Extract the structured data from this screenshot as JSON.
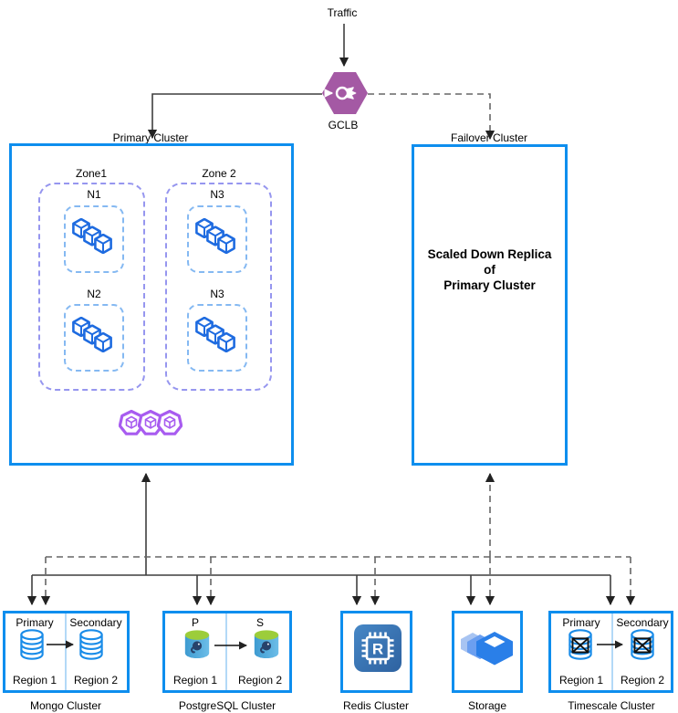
{
  "diagram": {
    "traffic": "Traffic",
    "gclb": "GCLB",
    "primary": {
      "label": "Primary Cluster",
      "zone1": {
        "label": "Zone1",
        "node1": "N1",
        "node2": "N2"
      },
      "zone2": {
        "label": "Zone 2",
        "node1": "N3",
        "node2": "N3"
      }
    },
    "failover": {
      "label": "Failover Cluster",
      "line1": "Scaled Down Replica",
      "line2": "of",
      "line3": "Primary Cluster"
    },
    "mongo": {
      "label": "Mongo Cluster",
      "left": "Primary",
      "right": "Secondary",
      "left_region": "Region 1",
      "right_region": "Region 2"
    },
    "postgres": {
      "label": "PostgreSQL Cluster",
      "left": "P",
      "right": "S",
      "left_region": "Region 1",
      "right_region": "Region 2"
    },
    "redis": {
      "label": "Redis Cluster",
      "letter": "R"
    },
    "storage": {
      "label": "Storage"
    },
    "timescale": {
      "label": "Timescale Cluster",
      "left": "Primary",
      "right": "Secondary",
      "left_region": "Region 1",
      "right_region": "Region 2"
    },
    "icons": {
      "gclb": "load-balancer-hexagon-icon",
      "node": "gke-node-cubes-icon",
      "pods": "kubernetes-pods-icon",
      "mongo": "database-cylinder-icon",
      "postgres": "postgresql-database-icon",
      "redis": "redis-memorystore-chip-icon",
      "storage": "cloud-storage-boxes-icon",
      "timescale": "timescale-database-icon"
    },
    "colors": {
      "cluster_border": "#0e8eee",
      "zone_border": "#9696ef",
      "node_border": "#85b9f2",
      "cube_blue": "#1e6be0",
      "pod_purple": "#a85cf0",
      "gclb_purple": "#a459a4",
      "db_outline": "#1a8ce8",
      "postgres_top_green": "#9ccd3a",
      "postgres_body_blue": "#47a3d8",
      "redis_blue": "#3878b4",
      "storage_blue": "#2a7fe8",
      "connector_solid": "#3f3f3f",
      "connector_dashed": "#666666"
    }
  }
}
